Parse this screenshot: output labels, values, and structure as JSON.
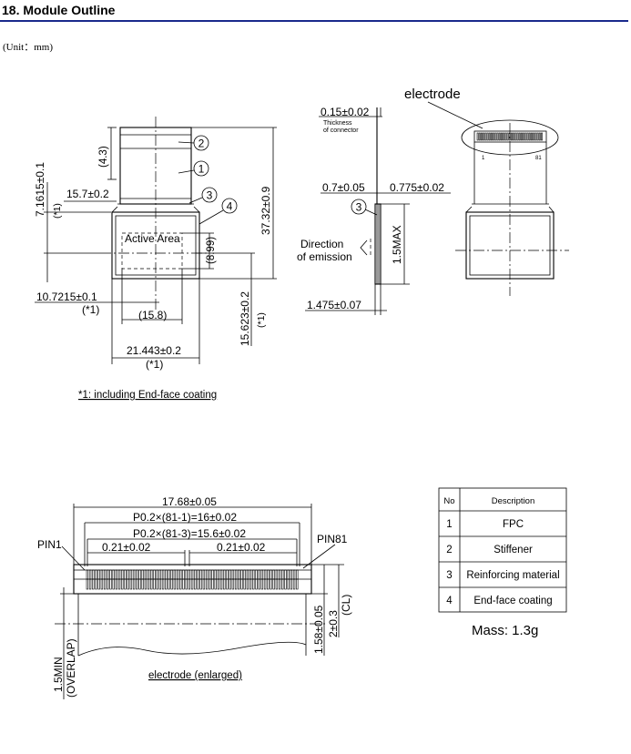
{
  "section_title": "18. Module Outline",
  "unit_note": "(Unit：mm)",
  "front_view": {
    "callouts": [
      "2",
      "1",
      "3",
      "4"
    ],
    "active_area": "Active Area",
    "dim_4_3": "(4.3)",
    "dim_7_1615": "7.1615±0.1",
    "dim_7_1615_note": "(*1)",
    "dim_15_7": "15.7±0.2",
    "dim_8_99": "(8.99)",
    "dim_37_32": "37.32±0.9",
    "dim_10_7215": "10.7215±0.1",
    "dim_10_7215_note": "(*1)",
    "dim_15_8": "(15.8)",
    "dim_15_623": "15.623±0.2",
    "dim_15_623_note": "(*1)",
    "dim_21_443": "21.443±0.2",
    "dim_21_443_note": "(*1)",
    "footnote": "*1: including End-face coating"
  },
  "side_view": {
    "dim_0_15": "0.15±0.02",
    "thickness_1": "Thickness",
    "thickness_2": "of connector",
    "dim_0_7": "0.7±0.05",
    "dim_0_775": "0.775±0.02",
    "callout_3": "3",
    "direction_1": "Direction",
    "direction_2": "of emission",
    "dim_1_5max": "1.5MAX",
    "dim_1_475": "1.475±0.07"
  },
  "back_view": {
    "electrode_label": "electrode",
    "pin_small_1": "1",
    "pin_small_81": "81"
  },
  "electrode_view": {
    "dim_17_68": "17.68±0.05",
    "pitch_1": "P0.2×(81-1)=16±0.02",
    "pitch_2": "P0.2×(81-3)=15.6±0.02",
    "dim_0_21_left": "0.21±0.02",
    "dim_0_21_right": "0.21±0.02",
    "pin1": "PIN1",
    "pin81": "PIN81",
    "dim_1_5min": "1.5MIN",
    "overlap": "(OVERLAP)",
    "dim_1_58": "1.58±0.05",
    "dim_2_0_3": "2±0.3",
    "cl": "(CL)",
    "caption": "electrode (enlarged)"
  },
  "parts_table": {
    "headers": [
      "No",
      "Description"
    ],
    "rows": [
      {
        "no": "1",
        "desc": "FPC"
      },
      {
        "no": "2",
        "desc": "Stiffener"
      },
      {
        "no": "3",
        "desc": "Reinforcing material"
      },
      {
        "no": "4",
        "desc": "End-face coating"
      }
    ]
  },
  "mass": "Mass: 1.3g"
}
